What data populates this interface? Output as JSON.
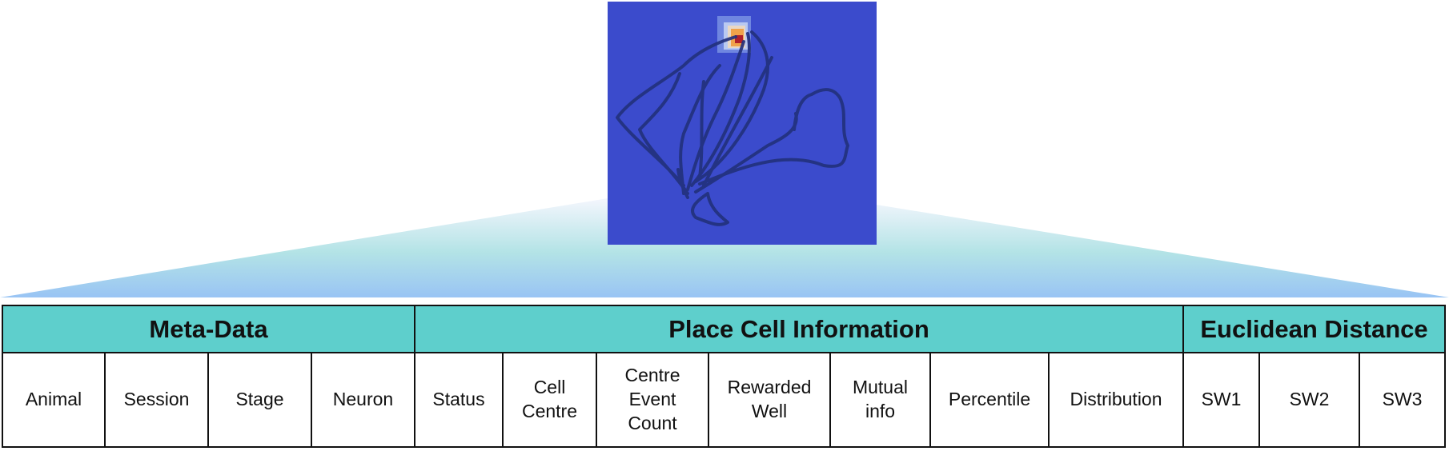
{
  "heatmap": {
    "icon": "place-field-heatmap-icon",
    "background_color": "#3b4bcc",
    "peak_color": "#b0202a"
  },
  "colors": {
    "header_fill": "#5ecfcc",
    "wedge_top": "#eef3fc",
    "wedge_bottom": "#9cc6f2"
  },
  "table": {
    "groups": [
      {
        "label": "Meta-Data",
        "span": 4
      },
      {
        "label": "Place Cell Information",
        "span": 7
      },
      {
        "label": "Euclidean Distance",
        "span": 3
      }
    ],
    "columns": [
      "Animal",
      "Session",
      "Stage",
      "Neuron",
      "Status",
      "Cell\nCentre",
      "Centre\nEvent\nCount",
      "Rewarded\nWell",
      "Mutual\ninfo",
      "Percentile",
      "Distribution",
      "SW1",
      "SW2",
      "SW3"
    ]
  }
}
